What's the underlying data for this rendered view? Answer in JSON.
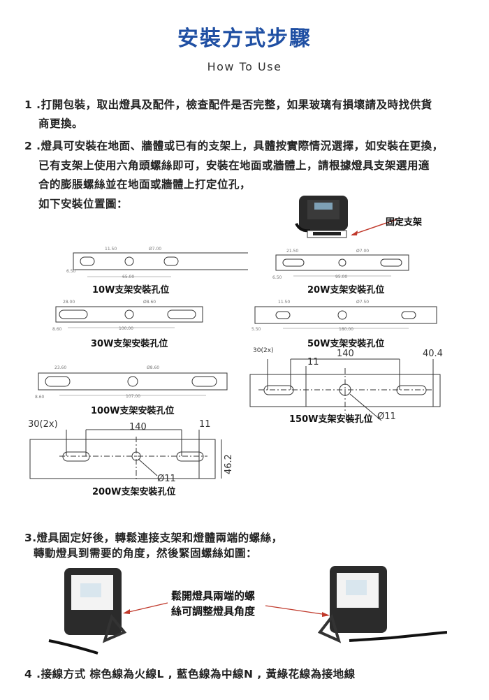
{
  "title": "安裝方式步驟",
  "subtitle": "How To Use",
  "steps": {
    "s1_line1": "1 .打開包裝，取出燈具及配件，檢查配件是否完整，如果玻璃有損壞請及時找供貨",
    "s1_line2": "商更換。",
    "s2_line1": "2 .燈具可安裝在地面、牆體或已有的支架上，具體按實際情況選擇，如安裝在更換，",
    "s2_line2": "已有支架上使用六角頭螺絲即可，安裝在地面或牆體上，請根據燈具支架選用適",
    "s2_line3": "合的膨脹螺絲並在地面或牆體上打定位孔，",
    "s2_line4": "如下安裝位置圖：",
    "s3_line1": "3.燈具固定好後，轉鬆連接支架和燈體兩端的螺絲，",
    "s3_line2": "轉動燈具到需要的角度，然後緊固螺絲如圖：",
    "s4": "4 .接線方式 棕色線為火線L , 藍色線為中線N , 黃綠花線為接地線"
  },
  "bracket_label": "固定支架",
  "adjust_note": [
    "鬆開燈具兩端的螺",
    "絲可調整燈具角度"
  ],
  "diagrams": {
    "w10": {
      "caption": "10W支架安裝孔位",
      "d1": "11.50",
      "hole": "Ø7.00",
      "span": "65.00",
      "h": "6.50"
    },
    "w20": {
      "caption": "20W支架安裝孔位",
      "d1": "21.50",
      "hole": "Ø7.00",
      "span": "95.00",
      "h": "6.50"
    },
    "w30": {
      "caption": "30W支架安裝孔位",
      "d1": "28.00",
      "hole": "Ø8.60",
      "span": "100.00",
      "h": "8.60"
    },
    "w50": {
      "caption": "50W支架安裝孔位",
      "d1": "11.50",
      "hole": "Ø7.50",
      "span": "180.00",
      "h": "5.50"
    },
    "w100": {
      "caption": "100W支架安裝孔位",
      "d1": "23.60",
      "hole": "Ø8.60",
      "span": "107.00",
      "h": "8.60"
    },
    "w150": {
      "caption": "150W支架安裝孔位",
      "slot": "30(2x)",
      "span": "140",
      "off": "11",
      "height": "40.4",
      "hole": "Ø11"
    },
    "w200": {
      "caption": "200W支架安裝孔位",
      "slot": "30(2x)",
      "span": "140",
      "off": "11",
      "height": "46.2",
      "hole": "Ø11"
    }
  },
  "colors": {
    "title": "#1f4fa3",
    "arrow": "#c0392b"
  }
}
